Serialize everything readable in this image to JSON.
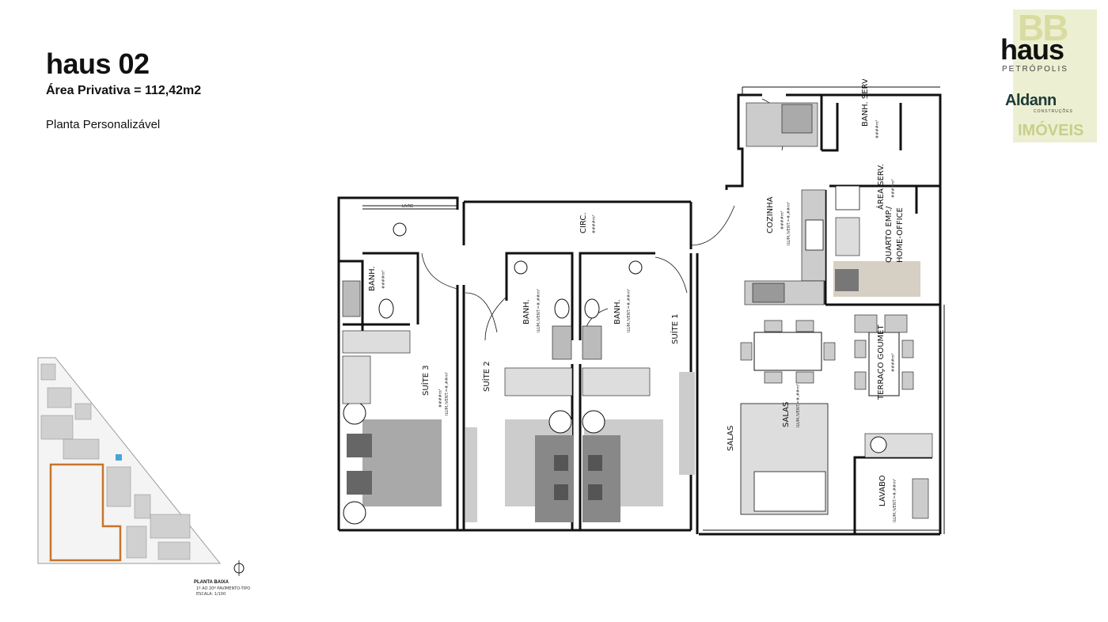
{
  "header": {
    "title": "haus 02",
    "area": "Área Privativa = 112,42m2",
    "note": "Planta Personalizável"
  },
  "logo": {
    "bb": "BB",
    "brand": "haus",
    "city": "PETRÓPOLIS",
    "builder": "Aldann",
    "builder_sub": "CONSTRUÇÕES",
    "agency": "IMÓVEIS"
  },
  "rooms": {
    "banh_serv": "BANH. SERV.",
    "area_serv": "ÁREA SERV.",
    "cozinha": "COZINHA",
    "quarto_emp_1": "QUARTO EMP./",
    "quarto_emp_2": "HOME-OFFICE",
    "circ": "CIRC.",
    "banh_1": "BANH.",
    "banh_2": "BANH.",
    "banh_3": "BANH.",
    "suite_1": "SUÍTE 1",
    "suite_2": "SUÍTE 2",
    "suite_3": "SUÍTE 3",
    "salas": "SALAS",
    "salas_2": "SALAS",
    "terraco": "TERRAÇO GOUMET",
    "lavabo": "LAVABO",
    "livre": "LIVRE",
    "area_code": "####m²",
    "ilum_code": "ILUM./VENT.=#,##m²"
  },
  "keyplan": {
    "title": "PLANTA BAIXA",
    "sub1": "1º AO 20º PAVIMENTO-TIPO",
    "sub2": "ESCALA: 1/100"
  },
  "colors": {
    "wall": "#111111",
    "furniture": "#a9a9a9",
    "dark": "#666666",
    "highlight": "#c8742c"
  }
}
